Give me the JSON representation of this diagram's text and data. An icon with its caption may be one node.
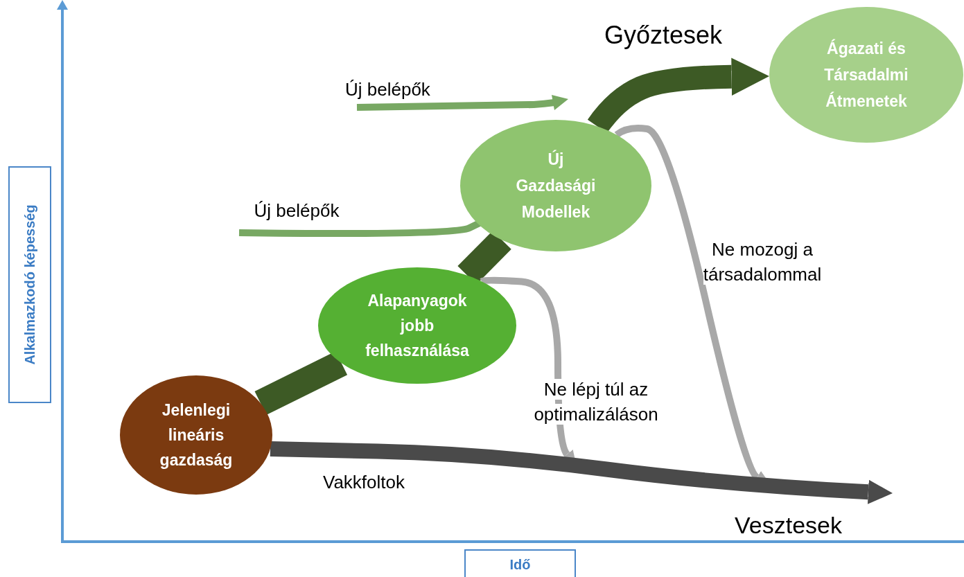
{
  "diagram": {
    "nodes": [
      {
        "text": [
          "Jelenlegi lineáris gazdaság"
        ]
      },
      {
        "text": [
          "Alapanyagok jobb felhasználása"
        ]
      },
      {
        "text": [
          "Új Gazdasági Modellek"
        ]
      },
      {
        "text": [
          "Ágazati és Társadalmi Átmenetek"
        ]
      },
      {
        "text": [
          "Alkalmazkodó képesség"
        ]
      },
      {
        "text": [
          "Idő"
        ]
      }
    ],
    "edges": [
      {
        "from": 0,
        "to": 1,
        "arrow": "none",
        "color": "#3d5a25"
      },
      {
        "from": 1,
        "to": 2,
        "arrow": "none",
        "color": "#3d5a25"
      },
      {
        "from": 2,
        "to": 3,
        "arrow": "to",
        "color": "#3d5a25"
      },
      {
        "from": null,
        "to": 2,
        "arrow": "to",
        "label": "Új belépők",
        "color": "#78a863"
      },
      {
        "from": 1,
        "to": null,
        "arrow": "to",
        "label": "Ne lépj túl az optimalizáláson",
        "color": "#a8a8a8"
      },
      {
        "from": 2,
        "to": null,
        "arrow": "to",
        "label": "Ne mozogj a társadalommal",
        "color": "#a8a8a8"
      },
      {
        "from": 0,
        "to": null,
        "arrow": "to",
        "label": "Vakkfoltok",
        "color": "#4a4a4a"
      }
    ],
    "labels": [
      "Győztesek",
      "Új belépők",
      "Vesztesek"
    ]
  }
}
